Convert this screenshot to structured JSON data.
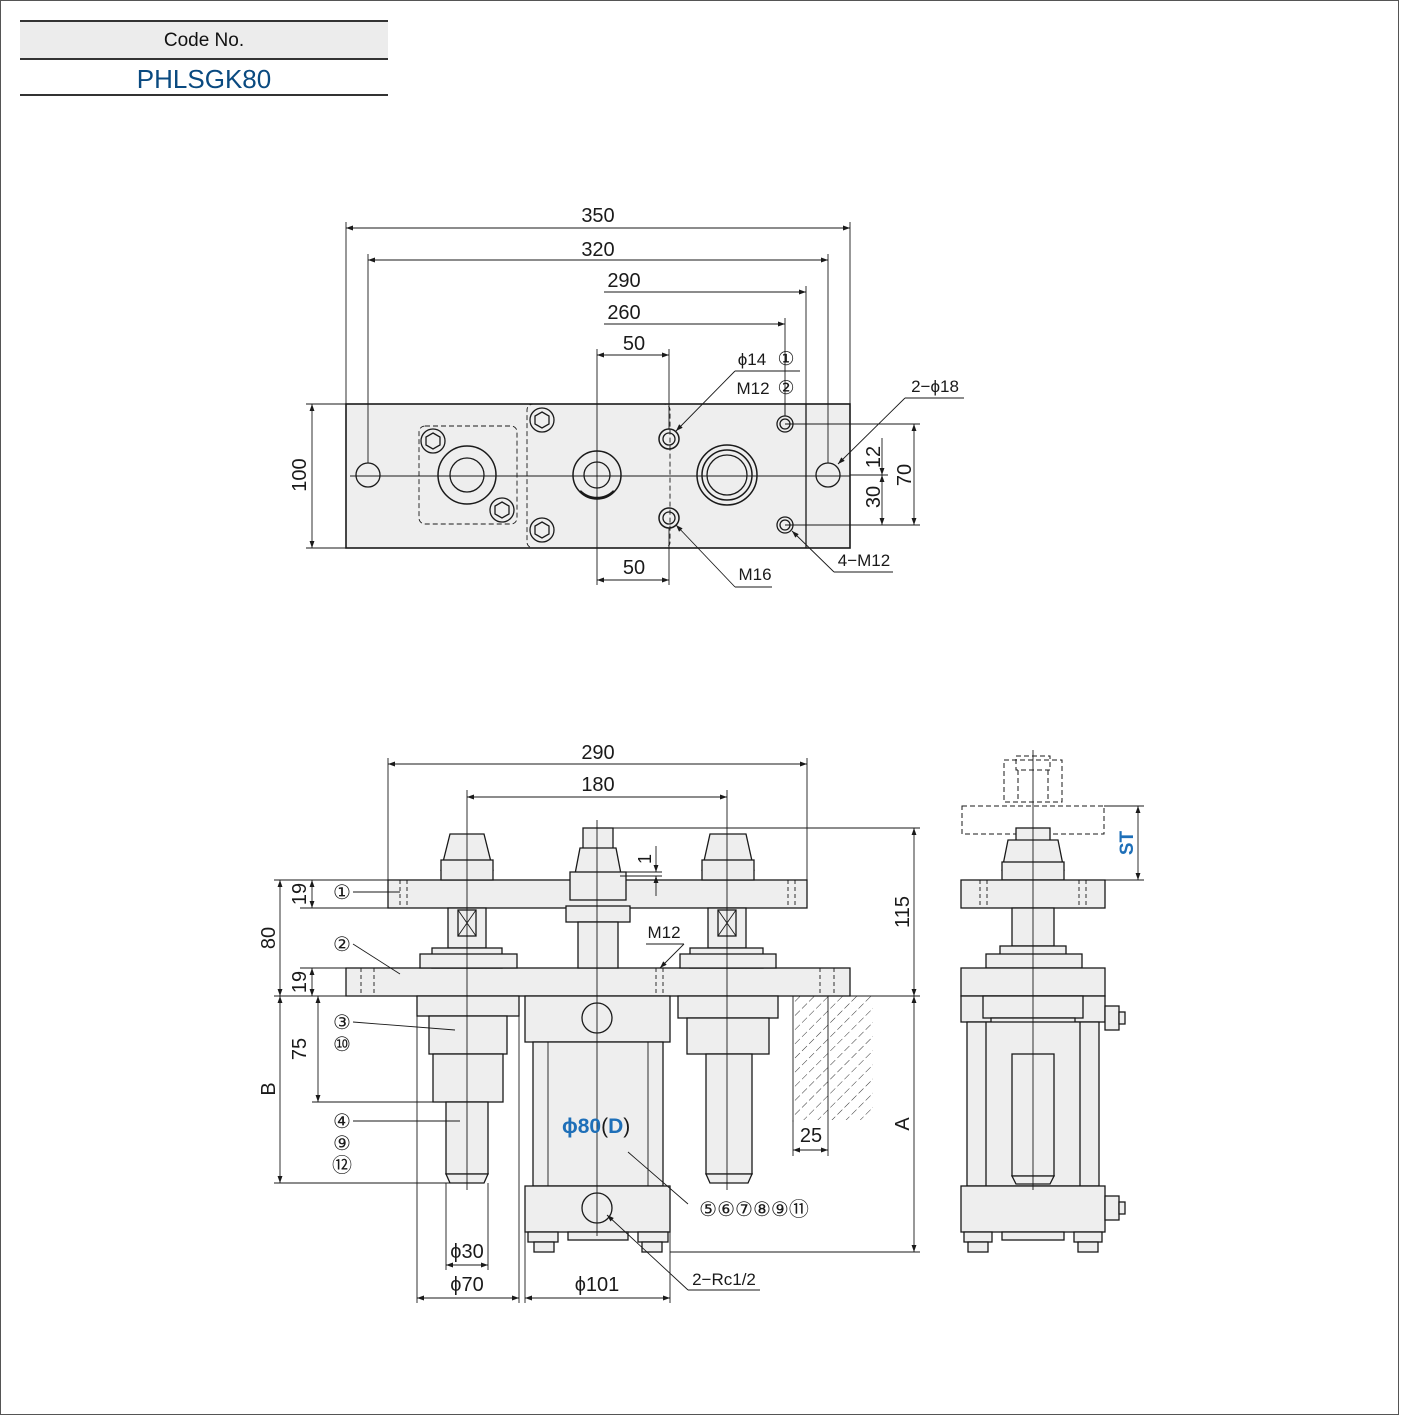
{
  "code_box": {
    "header": "Code No.",
    "value": "PHLSGK80"
  },
  "top_view": {
    "dims": [
      "350",
      "320",
      "290",
      "260",
      "50",
      "50",
      "100",
      "12",
      "30",
      "70"
    ],
    "labels": {
      "phi14": "ϕ14",
      "m12": "M12",
      "two_phi18": "2−ϕ18",
      "m16": "M16",
      "four_m12": "4−M12",
      "c1": "①",
      "c2": "②"
    }
  },
  "front_view": {
    "dims": [
      "290",
      "180",
      "1",
      "115",
      "80",
      "19",
      "19",
      "75",
      "25"
    ],
    "labels": {
      "m12": "M12",
      "B": "B",
      "A": "A",
      "phi30": "ϕ30",
      "phi70": "ϕ70",
      "phi101": "ϕ101",
      "rc": "2−Rc1/2",
      "bore": "ϕ80",
      "bore_paren_open": "(",
      "bore_D": "D",
      "bore_paren_close": ")",
      "c1": "①",
      "c2": "②",
      "c3": "③",
      "c10": "⑩",
      "c4": "④",
      "c9": "⑨",
      "c12": "⑫",
      "parts": "⑤⑥⑦⑧⑨⑪"
    }
  },
  "side_view": {
    "st": "ST"
  },
  "colors": {
    "line": "#1a1a1a",
    "fill": "#eeeeee",
    "accent": "#1e6fb8",
    "code": "#0a4a80"
  }
}
